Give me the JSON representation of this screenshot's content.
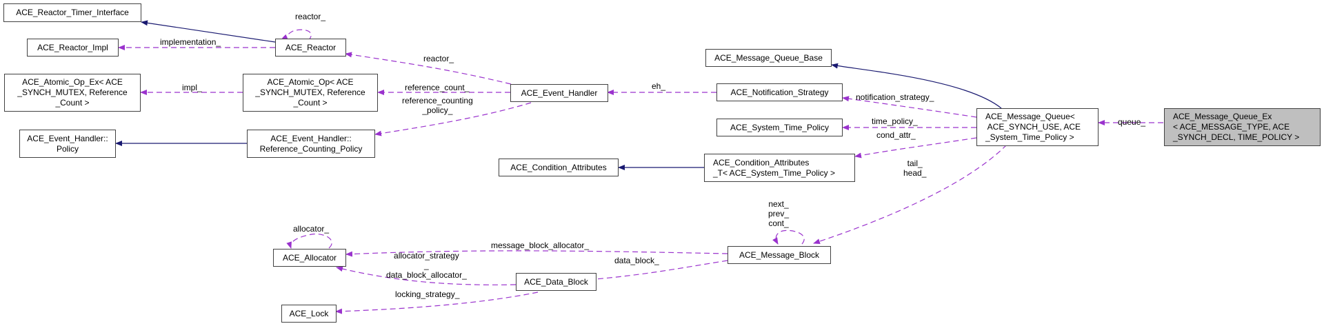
{
  "diagram": {
    "type": "collaboration-graph",
    "colors": {
      "inheritance": "#191970",
      "usage": "#9a32cd",
      "focus_fill": "#bfbfbf",
      "node_border": "#404040"
    },
    "nodes": {
      "reactor_timer_interface": "ACE_Reactor_Timer_Interface",
      "reactor_impl": "ACE_Reactor_Impl",
      "reactor": "ACE_Reactor",
      "atomic_op_ex": "ACE_Atomic_Op_Ex< ACE\n_SYNCH_MUTEX, Reference\n_Count >",
      "atomic_op": "ACE_Atomic_Op< ACE\n_SYNCH_MUTEX, Reference\n_Count >",
      "event_handler_policy": "ACE_Event_Handler::\nPolicy",
      "reference_counting_policy": "ACE_Event_Handler::\nReference_Counting_Policy",
      "event_handler": "ACE_Event_Handler",
      "message_queue_base": "ACE_Message_Queue_Base",
      "notification_strategy": "ACE_Notification_Strategy",
      "system_time_policy": "ACE_System_Time_Policy",
      "condition_attributes": "ACE_Condition_Attributes",
      "condition_attributes_t": "ACE_Condition_Attributes\n_T< ACE_System_Time_Policy >",
      "message_queue": "ACE_Message_Queue<\n ACE_SYNCH_USE, ACE\n_System_Time_Policy >",
      "message_queue_ex": "ACE_Message_Queue_Ex\n< ACE_MESSAGE_TYPE, ACE\n_SYNCH_DECL, TIME_POLICY >",
      "allocator": "ACE_Allocator",
      "message_block": "ACE_Message_Block",
      "data_block": "ACE_Data_Block",
      "lock": "ACE_Lock"
    },
    "edge_labels": {
      "reactor_self": "reactor_",
      "implementation": "implementation_",
      "impl": "impl_",
      "reactor": "reactor_",
      "reference_count": "reference_count_",
      "reference_counting_policy": "reference_counting\n_policy_",
      "eh": "eh_",
      "notification_strategy": "notification_strategy_",
      "time_policy": "time_policy_",
      "cond_attr": "cond_attr_",
      "tail_head": "tail_\nhead_",
      "queue": "queue_",
      "next_prev_cont": "next_\nprev_\ncont_",
      "allocator_self": "allocator_",
      "message_block_allocator": "message_block_allocator_",
      "allocator_strategy": "allocator_strategy\n_\ndata_block_allocator_",
      "data_block": "data_block_",
      "locking_strategy": "locking_strategy_"
    }
  }
}
